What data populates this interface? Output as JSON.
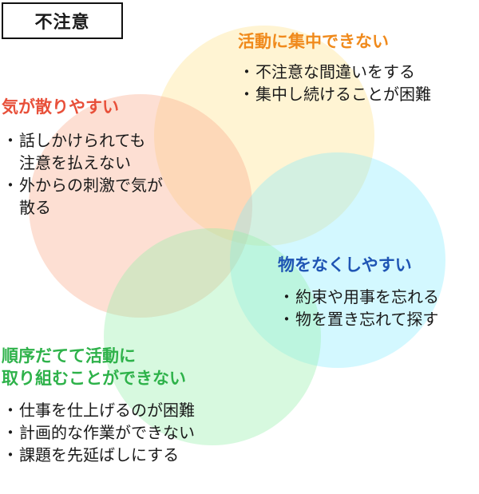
{
  "title": "不注意",
  "colors": {
    "yellow_heading": "#f08a1c",
    "pink_heading": "#e8503a",
    "blue_heading": "#1f55b4",
    "green_heading": "#2eb24a",
    "yellow_circle": "#fff2cc",
    "pink_circle": "#fde3d8",
    "blue_circle": "#d4f8ff",
    "green_circle": "#dcf9e2"
  },
  "groups": {
    "yellow": {
      "heading": "活動に集中できない",
      "bullet": "・",
      "items": [
        "不注意な間違いをする",
        "集中し続けることが困難"
      ]
    },
    "pink": {
      "heading": "気が散りやすい",
      "bullet": "・",
      "items": [
        [
          "話しかけられても",
          "注意を払えない"
        ],
        [
          "外からの刺激で気が",
          "散る"
        ]
      ]
    },
    "blue": {
      "heading": "物をなくしやすい",
      "bullet": "・",
      "items": [
        "約束や用事を忘れる",
        "物を置き忘れて探す"
      ]
    },
    "green": {
      "heading_lines": [
        "順序だてて活動に",
        "取り組むことができない"
      ],
      "bullet": "・",
      "items": [
        "仕事を仕上げるのが困難",
        "計画的な作業ができない",
        "課題を先延ばしにする"
      ]
    }
  }
}
